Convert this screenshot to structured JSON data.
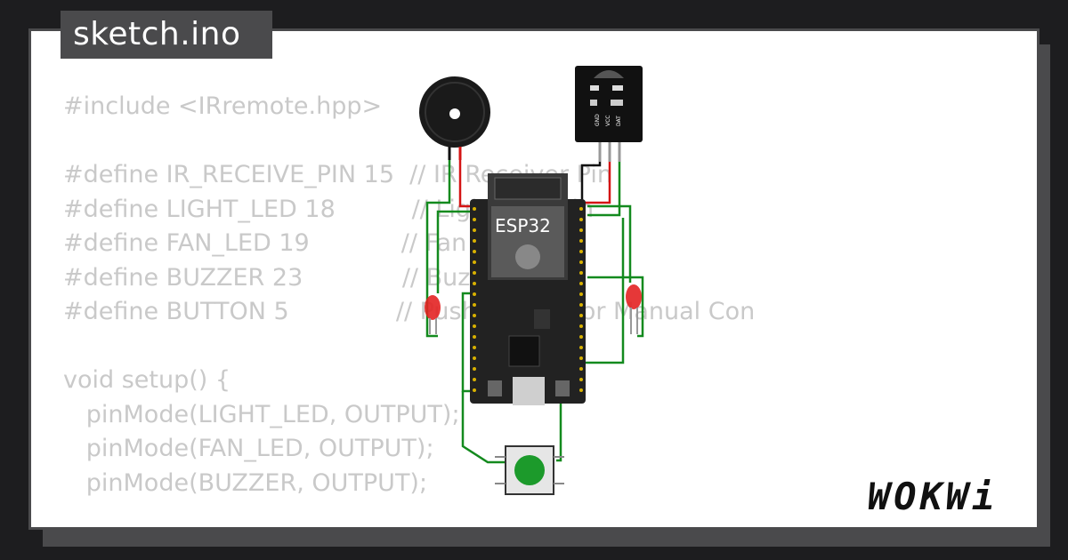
{
  "tab": {
    "filename": "sketch.ino"
  },
  "code_lines": [
    "#include <IRremote.hpp>",
    "",
    "#define IR_RECEIVE_PIN 15  // IR Receiver Pin",
    "#define LIGHT_LED 18          // Light LED Pin",
    "#define FAN_LED 19            // Fan LED Pin",
    "#define BUZZER 23             // Buzzer Pin",
    "#define BUTTON 5              // Push Button for Manual Con",
    "",
    "void setup() {",
    "   pinMode(LIGHT_LED, OUTPUT);",
    "   pinMode(FAN_LED, OUTPUT);",
    "   pinMode(BUZZER, OUTPUT);"
  ],
  "board": {
    "label": "ESP32"
  },
  "ir_receiver": {
    "pins": [
      "GND",
      "VCC",
      "DAT"
    ]
  },
  "branding": {
    "logo": "WOKWi"
  },
  "colors": {
    "wire_green": "#138a1e",
    "wire_red": "#d41414",
    "wire_black": "#111111",
    "led_red": "#e32222",
    "button_green": "#1c9a2b",
    "board_dark": "#222222"
  }
}
